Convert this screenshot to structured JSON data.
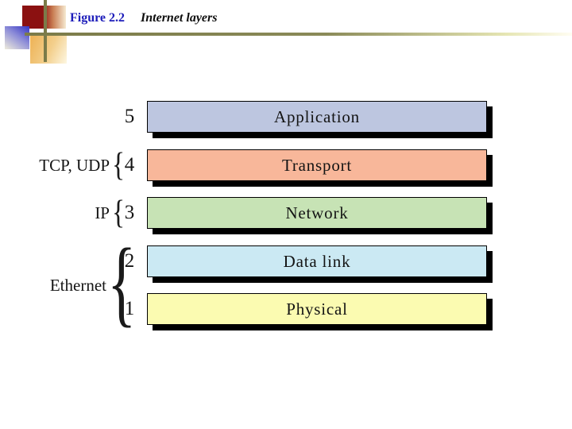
{
  "header": {
    "figure_label": "Figure 2.2",
    "figure_title": "Internet layers",
    "label_color": "#1c1cba",
    "decoration": {
      "red_square_color": "#8b1111",
      "blue_square_color": "#3434c4",
      "orange_square_color": "#edb154",
      "rule_color": "#7b7b49"
    }
  },
  "diagram": {
    "brace_glyph": "{",
    "layers": [
      {
        "number": "5",
        "name": "Application",
        "fill": "#bdc6e0"
      },
      {
        "number": "4",
        "name": "Transport",
        "fill": "#f8b79a"
      },
      {
        "number": "3",
        "name": "Network",
        "fill": "#c7e3b5"
      },
      {
        "number": "2",
        "name": "Data link",
        "fill": "#cbe9f3"
      },
      {
        "number": "1",
        "name": "Physical",
        "fill": "#fbfbb1"
      }
    ],
    "annotations": [
      {
        "label": "TCP, UDP"
      },
      {
        "label": "IP"
      },
      {
        "label": "Ethernet"
      }
    ]
  }
}
